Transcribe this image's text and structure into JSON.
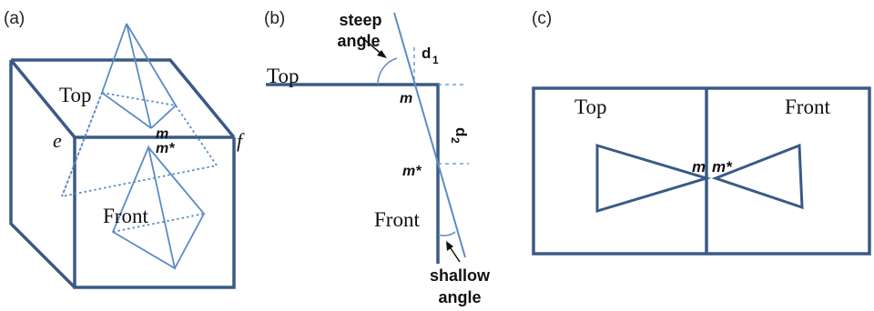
{
  "panels": {
    "a": {
      "label": "(a)",
      "top": "Top",
      "front": "Front",
      "e": "e",
      "f": "f",
      "m": "m",
      "m_star": "m*"
    },
    "b": {
      "label": "(b)",
      "steep_line1": "steep",
      "steep_line2": "angle",
      "d1": "d",
      "d1_sub": "1",
      "top": "Top",
      "m": "m",
      "d2": "d",
      "d2_sub": "2",
      "m_star": "m*",
      "front": "Front",
      "shallow_line1": "shallow",
      "shallow_line2": "angle"
    },
    "c": {
      "label": "(c)",
      "top": "Top",
      "front": "Front",
      "m": "m",
      "m_star": "m*"
    }
  },
  "colors": {
    "dark_line": "#3a5a86",
    "light_line": "#5b8bc5",
    "text": "#111111"
  }
}
